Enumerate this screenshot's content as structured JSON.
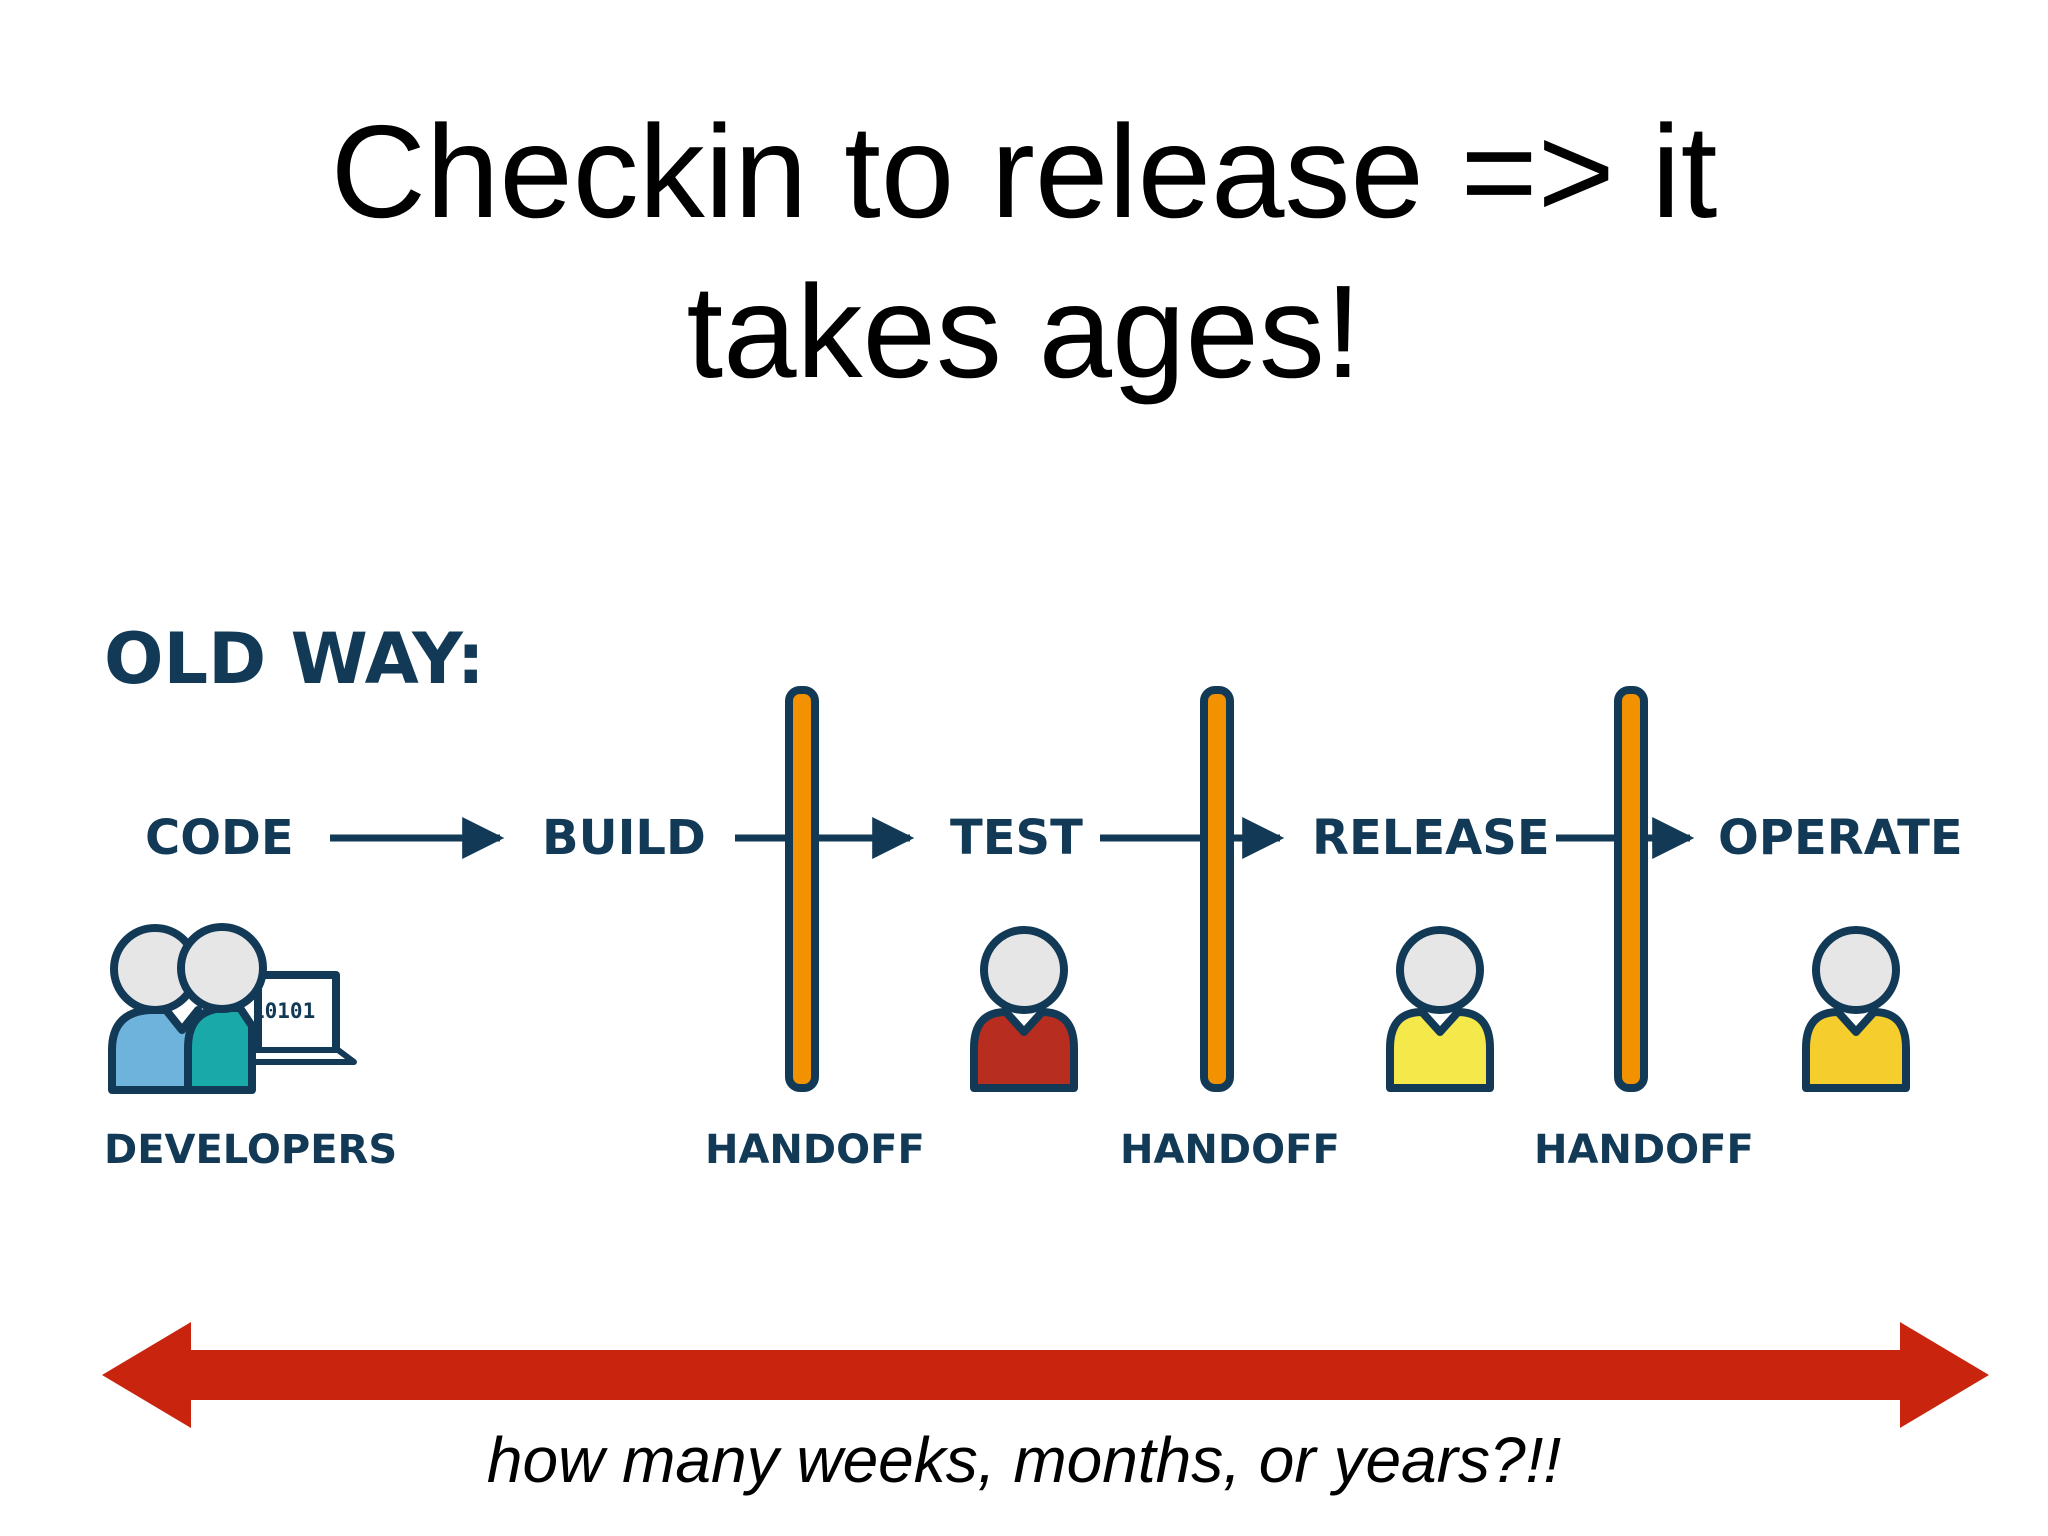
{
  "title": {
    "line1": "Checkin to release => it",
    "line2": "takes ages!"
  },
  "diagram": {
    "heading": "OLD WAY:",
    "steps": [
      "CODE",
      "BUILD",
      "TEST",
      "RELEASE",
      "OPERATE"
    ],
    "developers_label": "DEVELOPERS",
    "handoff_labels": [
      "HANDOFF",
      "HANDOFF",
      "HANDOFF"
    ],
    "laptop_code": "10101"
  },
  "caption": "how many weeks, months, or years?!!",
  "colors": {
    "navy": "#123a56",
    "handoff_bar": "#f39200",
    "timeline_arrow": "#c8240e",
    "developer_1": "#6db3db",
    "developer_2": "#1aa9a9",
    "tester": "#b72d1f",
    "release_person": "#f4e84a",
    "operator": "#f5ce2e",
    "head": "#e6e6e6"
  }
}
